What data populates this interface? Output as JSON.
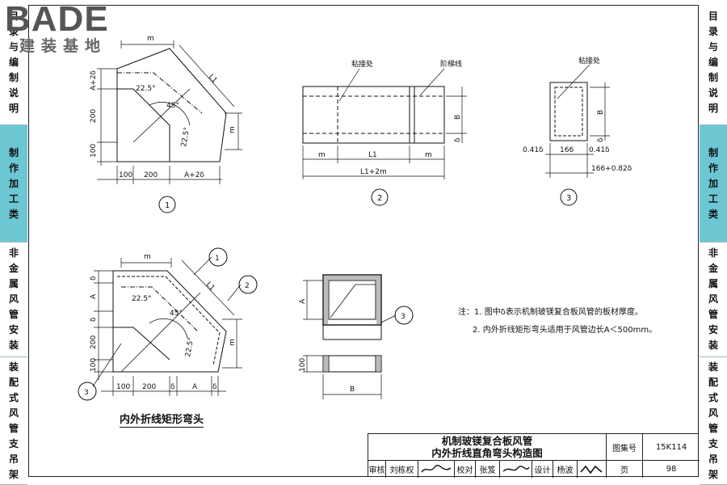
{
  "logo": {
    "main": "BADE",
    "sub": "建装基地"
  },
  "left_tabs": [
    {
      "label": "目录与编制说明",
      "active": false
    },
    {
      "label": "制作加工类",
      "active": true
    },
    {
      "label": "非金属风管安装",
      "active": false
    },
    {
      "label": "装配式风管支吊架",
      "active": false
    }
  ],
  "right_tabs": [
    {
      "label": "目录与编制说明",
      "active": false
    },
    {
      "label": "制作加工类",
      "active": true
    },
    {
      "label": "非金属风管安装",
      "active": false
    },
    {
      "label": "装配式风管支吊架",
      "active": false
    }
  ],
  "drawing": {
    "fig1": {
      "number": "1",
      "dim_m": "m",
      "dim_L1": "L1",
      "angle_a": "22.5°",
      "angle_45": "45°",
      "angle_b": "22.5°",
      "left_A": "A+2δ",
      "left_200": "200",
      "left_100": "100",
      "right_m": "m",
      "bot_100": "100",
      "bot_200": "200",
      "bot_A": "A+2δ"
    },
    "fig2": {
      "number": "2",
      "label_glue": "粘接处",
      "label_step": "阶梯线",
      "bot_m1": "m",
      "bot_L1": "L1",
      "bot_m2": "m",
      "total": "L1+2m",
      "right_B": "B",
      "right_delta": "δ"
    },
    "fig3": {
      "number": "3",
      "label_glue": "粘接处",
      "right_B": "B",
      "right_delta": "δ",
      "bot_left": "0.41δ",
      "bot_mid": "166",
      "bot_right": "0.41δ",
      "total": "166+0.82δ"
    },
    "fig4": {
      "dim_m": "m",
      "dim_L1": "L1",
      "callout_1": "1",
      "callout_2": "2",
      "callout_3": "3",
      "angle_a": "22.5°",
      "angle_45": "45°",
      "angle_b": "22.5°",
      "left_delta1": "δ",
      "left_A": "A",
      "left_delta2": "δ",
      "left_200": "200",
      "left_100": "100",
      "right_m": "m",
      "bot_100": "100",
      "bot_200": "200",
      "bot_delta1": "δ",
      "bot_A": "A",
      "bot_delta2": "δ"
    },
    "fig5": {
      "left_A": "A",
      "left_100": "100",
      "bot_B": "B",
      "callout_3": "3"
    }
  },
  "caption": "内外折线矩形弯头",
  "notes": [
    "注：1. 图中δ表示机制玻镁复合板风管的板材厚度。",
    "2. 内外折线矩形弯头适用于风管边长A＜500mm。"
  ],
  "title_block": {
    "title_line1": "机制玻镁复合板风管",
    "title_line2": "内外折线直角弯头构造图",
    "atlas_label": "图集号",
    "atlas_value": "15K114",
    "review_label": "审核",
    "review_name": "刘栋权",
    "check_label": "校对",
    "check_name": "张笈",
    "design_label": "设计",
    "design_name": "杨波",
    "page_label": "页",
    "page_value": "98"
  }
}
